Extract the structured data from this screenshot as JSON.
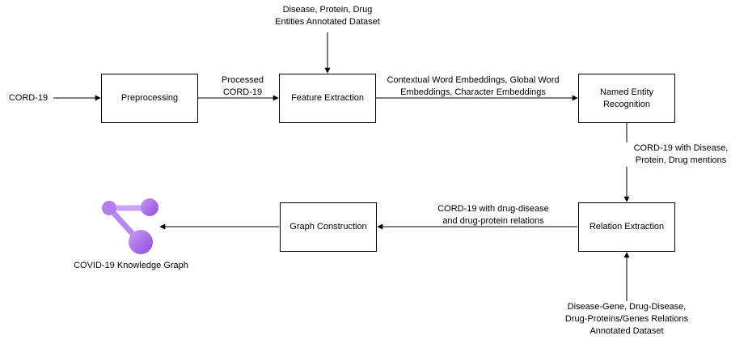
{
  "nodes": {
    "preprocessing": "Preprocessing",
    "feature_extraction": "Feature Extraction",
    "ner": [
      "Named Entity",
      "Recognition"
    ],
    "relation_extraction": "Relation Extraction",
    "graph_construction": "Graph Construction"
  },
  "labels": {
    "cord19_input": "CORD-19",
    "entities_dataset": [
      "Disease, Protein, Drug",
      "Entities Annotated Dataset"
    ],
    "processed": [
      "Processed",
      "CORD-19"
    ],
    "embeddings": [
      "Contextual Word Embeddings, Global Word",
      "Embeddings, Character Embeddings"
    ],
    "mentions": [
      "CORD-19 with Disease,",
      "Protein, Drug mentions"
    ],
    "relations": [
      "CORD-19 with drug-disease",
      "and drug-protein relations"
    ],
    "relations_dataset": [
      "Disease-Gene, Drug-Disease,",
      "Drug-Proteins/Genes  Relations",
      "Annotated Dataset"
    ],
    "knowledge_graph": "COVID-19 Knowledge Graph"
  },
  "colors": {
    "line": "#000000",
    "graph_icon_light": "#b57cf0",
    "graph_icon_dark": "#8f4fe0"
  },
  "icons": {
    "knowledge_graph": "graph-nodes-icon"
  }
}
